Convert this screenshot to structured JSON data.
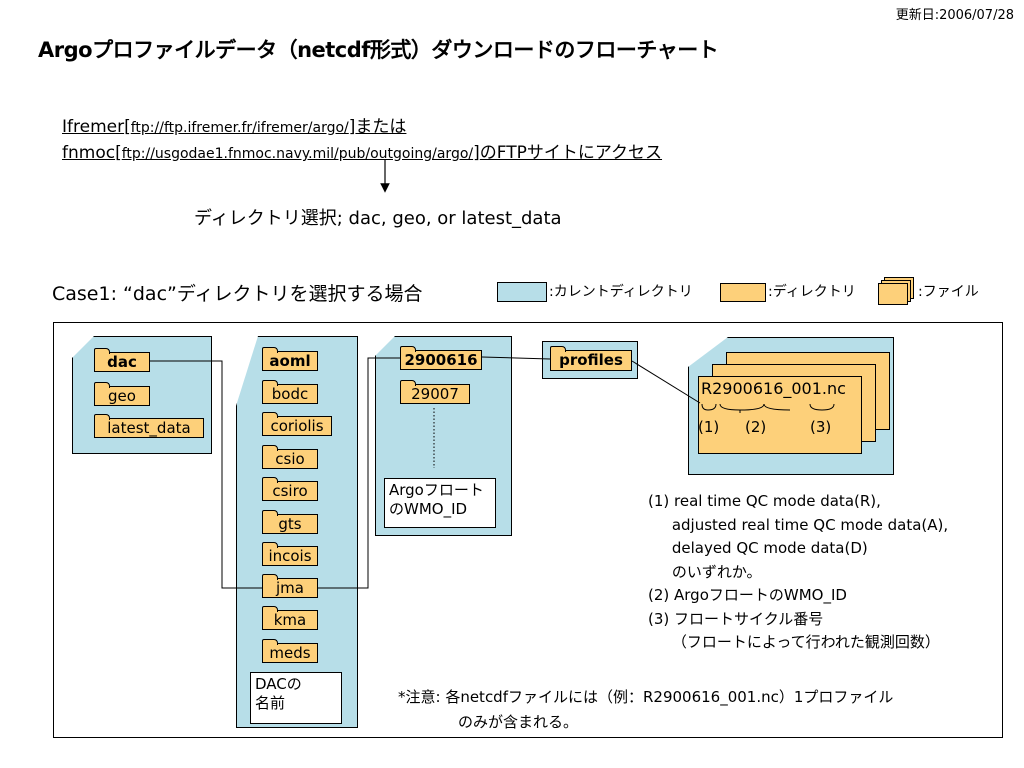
{
  "date_label": "更新日:2006/07/28",
  "title": "Argoプロファイルデータ（netcdf形式）ダウンロードのフローチャート",
  "sources": [
    {
      "name": "Ifremer",
      "url": "ftp://ftp.ifremer.fr/ifremer/argo/",
      "suffix": "または"
    },
    {
      "name": "fnmoc",
      "url": "ftp://usgodae1.fnmoc.navy.mil/pub/outgoing/argo/",
      "suffix": "のFTPサイトにアクセス"
    }
  ],
  "directory_select": "ディレクトリ選択; dac, geo, or latest_data",
  "case_label": "Case1: “dac”ディレクトリを選択する場合",
  "legend": {
    "current_dir": ":カレントディレクトリ",
    "directory": ":ディレクトリ",
    "file": ":ファイル"
  },
  "root_dirs": [
    "dac",
    "geo",
    "latest_data"
  ],
  "dac_names": [
    "aoml",
    "bodc",
    "coriolis",
    "csio",
    "csiro",
    "gts",
    "incois",
    "jma",
    "kma",
    "meds"
  ],
  "dac_caption": "DACの\n名前",
  "float_dirs": [
    "2900616",
    "29007"
  ],
  "float_caption": "Argoフロート\nのWMO_ID",
  "profiles_dir": "profiles",
  "file_name": "R2900616_001.nc",
  "file_parts": [
    "(1)",
    "(2)",
    "(3)"
  ],
  "explanation": [
    "(1) real time QC mode data(R),",
    "     adjusted real time QC mode data(A),",
    "     delayed QC mode data(D)",
    "     のいずれか。",
    "(2) ArgoフロートのWMO_ID",
    "(3) フロートサイクル番号",
    "     （フロートによって行われた観測回数）"
  ],
  "note_lines": [
    "*注意: 各netcdfファイルには（例：R2900616_001.nc）1プロファイル",
    "のみが含まれる。"
  ],
  "colors": {
    "current_dir_fill": "#b7dee8",
    "directory_fill": "#fdd07a"
  }
}
